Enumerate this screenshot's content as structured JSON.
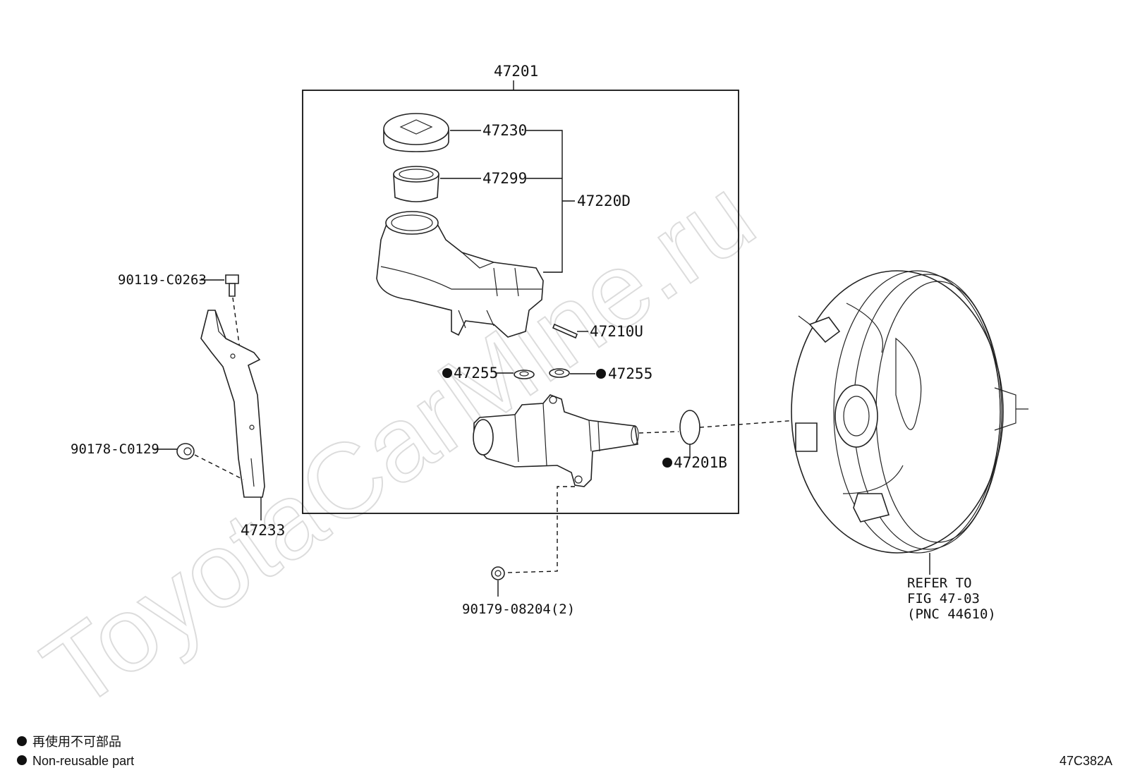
{
  "watermark": "ToyotaCarMine.ru",
  "parts": {
    "assembly": "47201",
    "cap": "47230",
    "strainer": "47299",
    "reservoir_sub": "47220D",
    "pin": "47210U",
    "grommet_left": "47255",
    "grommet_right": "47255",
    "oring": "47201B",
    "bolt_top": "90119-C0263",
    "bolt_mid": "90178-C0129",
    "bracket": "47233",
    "nut": "90179-08204(2)"
  },
  "refer": {
    "line1": "REFER TO",
    "line2": "FIG 47-03",
    "line3": "(PNC 44610)"
  },
  "legend": {
    "jp": "再使用不可部品",
    "en": "Non-reusable part"
  },
  "figure_code": "47C382A"
}
